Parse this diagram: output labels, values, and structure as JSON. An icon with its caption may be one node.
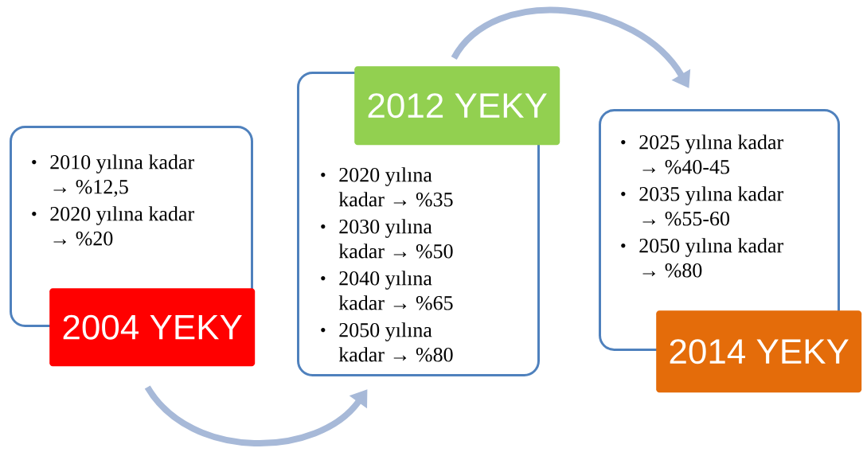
{
  "diagram": {
    "nodes": [
      {
        "text": [
          "2010 yılına kadar → %12,5",
          "2020 yılına kadar → %20"
        ]
      },
      {
        "text": [
          "2004 YEKY"
        ]
      },
      {
        "text": [
          "2020 yılına kadar → %35",
          "2030 yılına kadar → %50",
          "2040 yılına kadar → %65",
          "2050 yılına kadar → %80"
        ]
      },
      {
        "text": [
          "2012 YEKY"
        ]
      },
      {
        "text": [
          "2025 yılına kadar → %40-45",
          "2035 yılına kadar → %55-60",
          "2050 yılına kadar → %80"
        ]
      },
      {
        "text": [
          "2014 YEKY"
        ]
      }
    ],
    "edges": [
      {
        "from": 1,
        "to": 2,
        "arrow": "to"
      },
      {
        "from": 3,
        "to": 4,
        "arrow": "to"
      }
    ]
  }
}
